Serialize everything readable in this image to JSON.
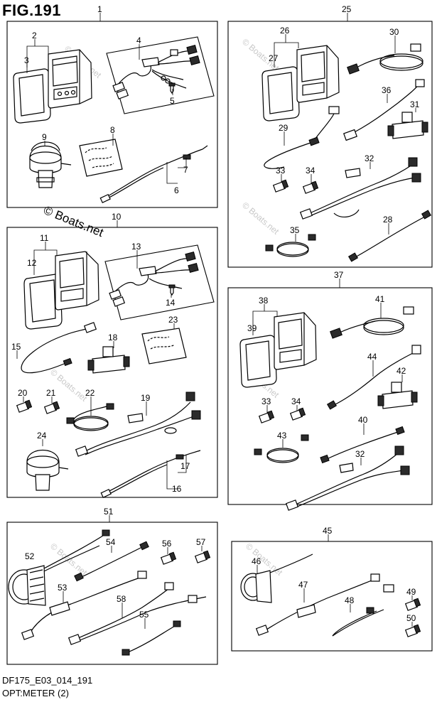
{
  "figure": {
    "title": "FIG.191",
    "code": "DF175_E03_014_191",
    "caption": "OPT:METER (2)",
    "watermark_main": "© Boats.net",
    "watermark_small": "© Boats.net"
  },
  "callouts": {
    "n1": "1",
    "n2": "2",
    "n3": "3",
    "n4": "4",
    "n5": "5",
    "n6": "6",
    "n7": "7",
    "n8": "8",
    "n9": "9",
    "n10": "10",
    "n11": "11",
    "n12": "12",
    "n13": "13",
    "n14": "14",
    "n15": "15",
    "n16": "16",
    "n17": "17",
    "n18": "18",
    "n19": "19",
    "n20": "20",
    "n21": "21",
    "n22": "22",
    "n23": "23",
    "n24": "24",
    "n25": "25",
    "n26": "26",
    "n27": "27",
    "n28": "28",
    "n29": "29",
    "n30": "30",
    "n31": "31",
    "n32": "32",
    "n33": "33",
    "n34": "34",
    "n35": "35",
    "n36": "36",
    "n37": "37",
    "n38": "38",
    "n39": "39",
    "n40": "40",
    "n41": "41",
    "n42": "42",
    "n43": "43",
    "n44": "44",
    "n45": "45",
    "n46": "46",
    "n47": "47",
    "n48": "48",
    "n49": "49",
    "n50": "50",
    "n51": "51",
    "n52": "52",
    "n53": "53",
    "n54": "54",
    "n55": "55",
    "n56": "56",
    "n57": "57",
    "n58": "58",
    "n32b": "32",
    "n33b": "33",
    "n34b": "34"
  }
}
